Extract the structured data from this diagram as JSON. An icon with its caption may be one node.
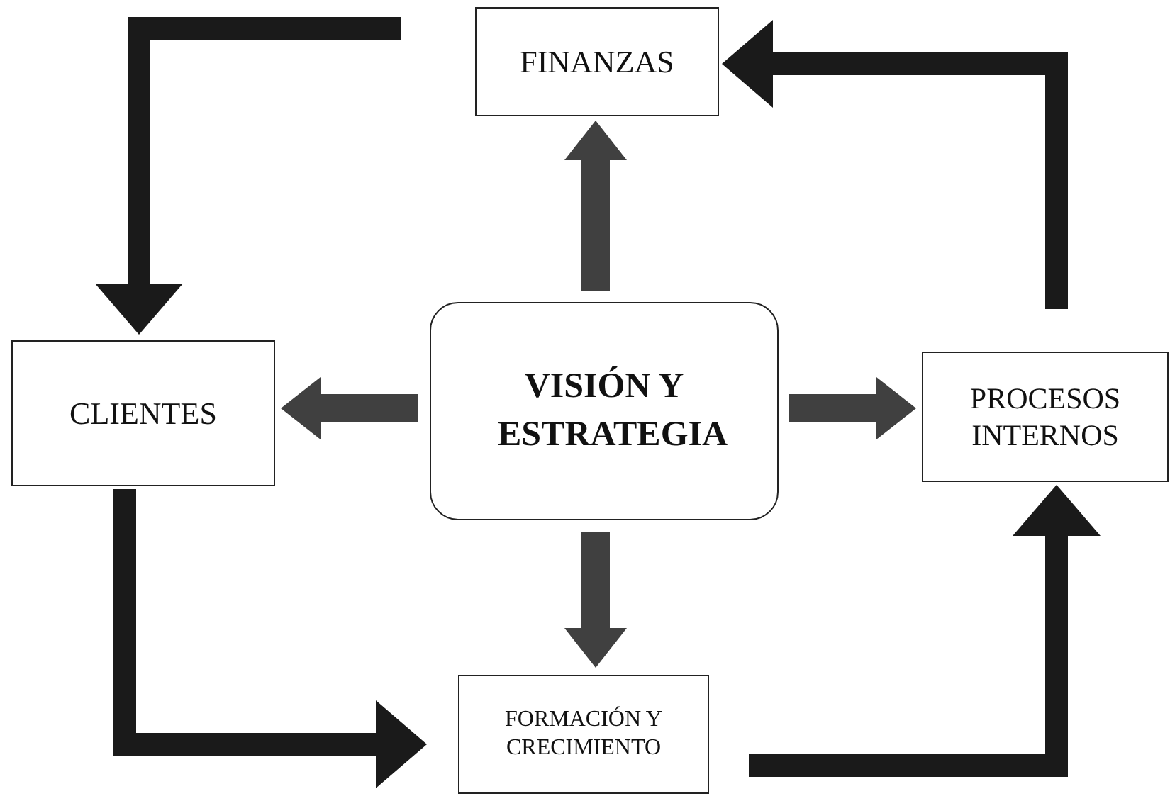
{
  "diagram": {
    "nodes": [
      {
        "text": [
          "FINANZAS"
        ]
      },
      {
        "text": [
          "CLIENTES"
        ]
      },
      {
        "text": [
          "VISIÓN Y ESTRATEGIA"
        ]
      },
      {
        "text": [
          "PROCESOS INTERNOS"
        ]
      },
      {
        "text": [
          "FORMACIÓN Y CRECIMIENTO"
        ]
      }
    ],
    "edges": [
      {
        "from": 2,
        "to": 0,
        "arrow": "to",
        "color": "#404040"
      },
      {
        "from": 2,
        "to": 1,
        "arrow": "to",
        "color": "#404040"
      },
      {
        "from": 2,
        "to": 3,
        "arrow": "to",
        "color": "#404040"
      },
      {
        "from": 2,
        "to": 4,
        "arrow": "to",
        "color": "#404040"
      },
      {
        "from": 0,
        "to": 1,
        "arrow": "to"
      },
      {
        "from": 1,
        "to": 4,
        "arrow": "to"
      },
      {
        "from": 4,
        "to": 3,
        "arrow": "to"
      },
      {
        "from": 3,
        "to": 0,
        "arrow": "to"
      }
    ]
  }
}
